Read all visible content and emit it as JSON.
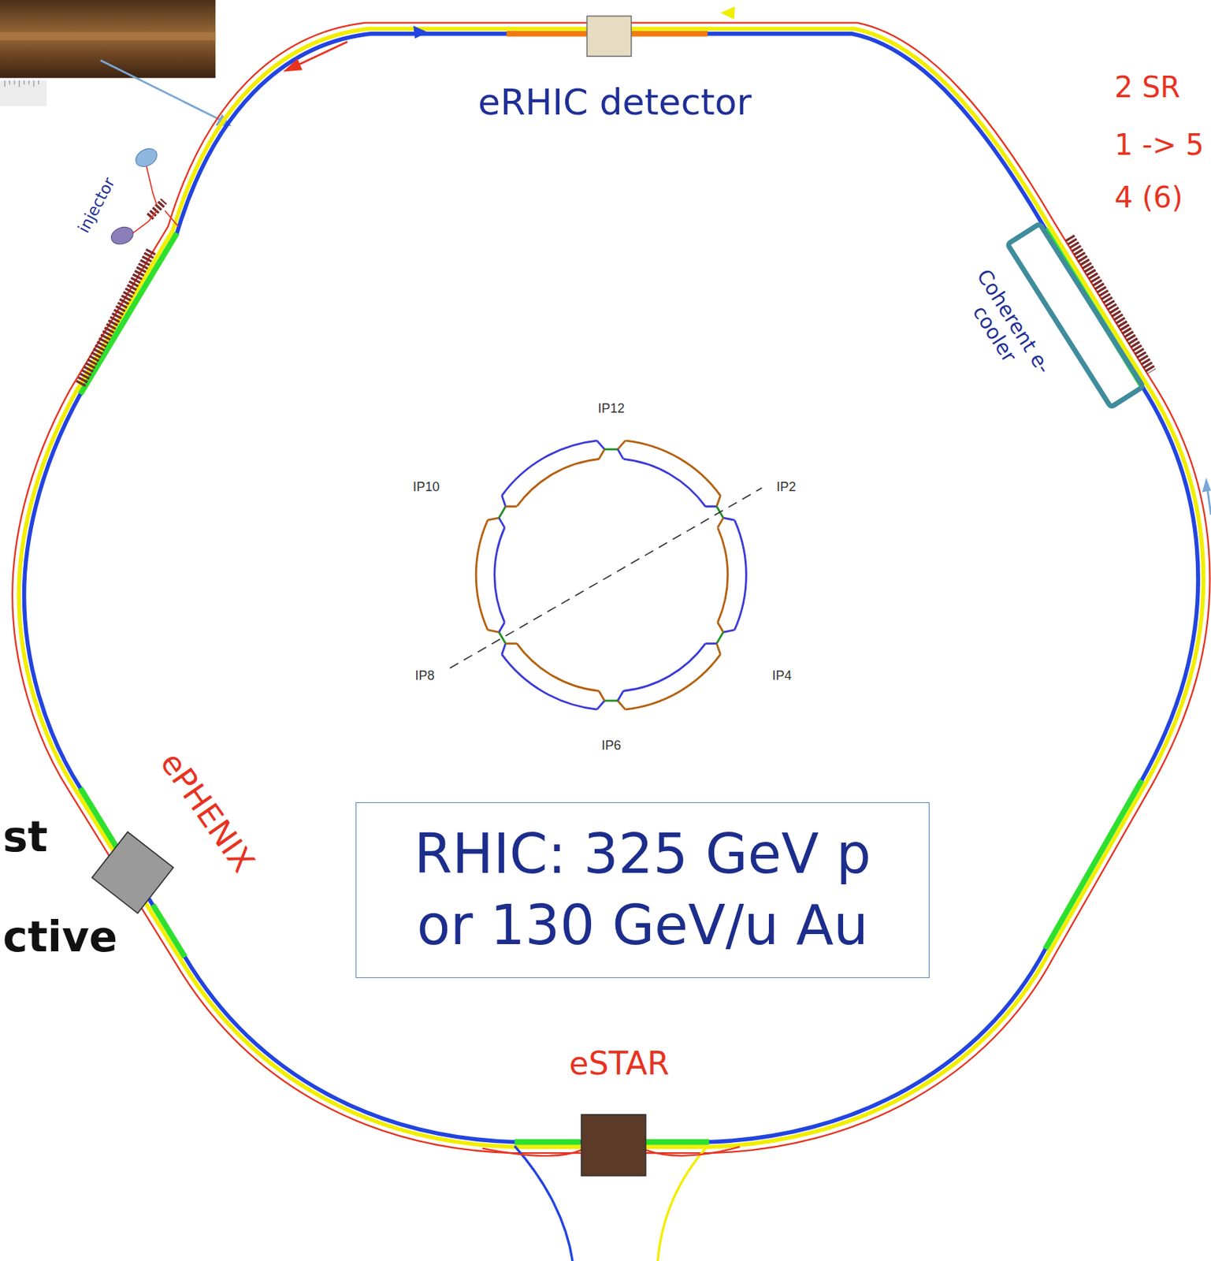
{
  "diagram": {
    "nodes": [
      {
        "text": [
          "Coherent e-cooler"
        ]
      },
      {
        "text": [
          "RHIC: 325 GeV p or 130 GeV/u Au"
        ]
      }
    ],
    "labels": [
      "eRHIC detector",
      "2 SR",
      "1 -> 5",
      "4 (6)",
      "injector",
      "ePHENIX",
      "eSTAR",
      "IP12",
      "IP10",
      "IP2",
      "IP8",
      "IP4",
      "IP6",
      "st",
      "ctive"
    ]
  }
}
